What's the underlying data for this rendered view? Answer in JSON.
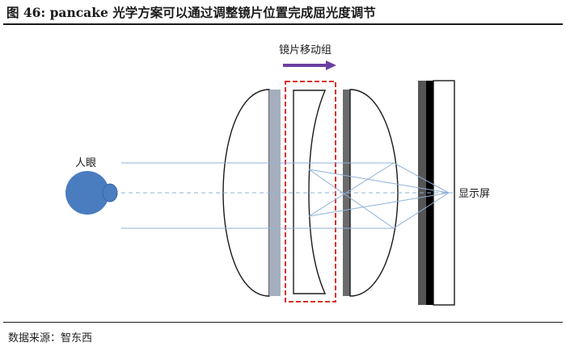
{
  "header": {
    "title": "图 46:  pancake 光学方案可以通过调整镜片位置完成屈光度调节"
  },
  "diagram": {
    "eye_label": "人眼",
    "moving_group_label": "镜片移动组",
    "display_label": "显示屏",
    "colors": {
      "eye_fill": "#4a7cc0",
      "ray": "#8fb0d8",
      "arrow": "#6a3fa0",
      "dashed_box": "#d9312b",
      "lens_coating": "#a5aebd",
      "lens_plate": "#6b6b6b"
    }
  },
  "footer": {
    "source_label": "数据来源：",
    "source_value": "智东西"
  }
}
